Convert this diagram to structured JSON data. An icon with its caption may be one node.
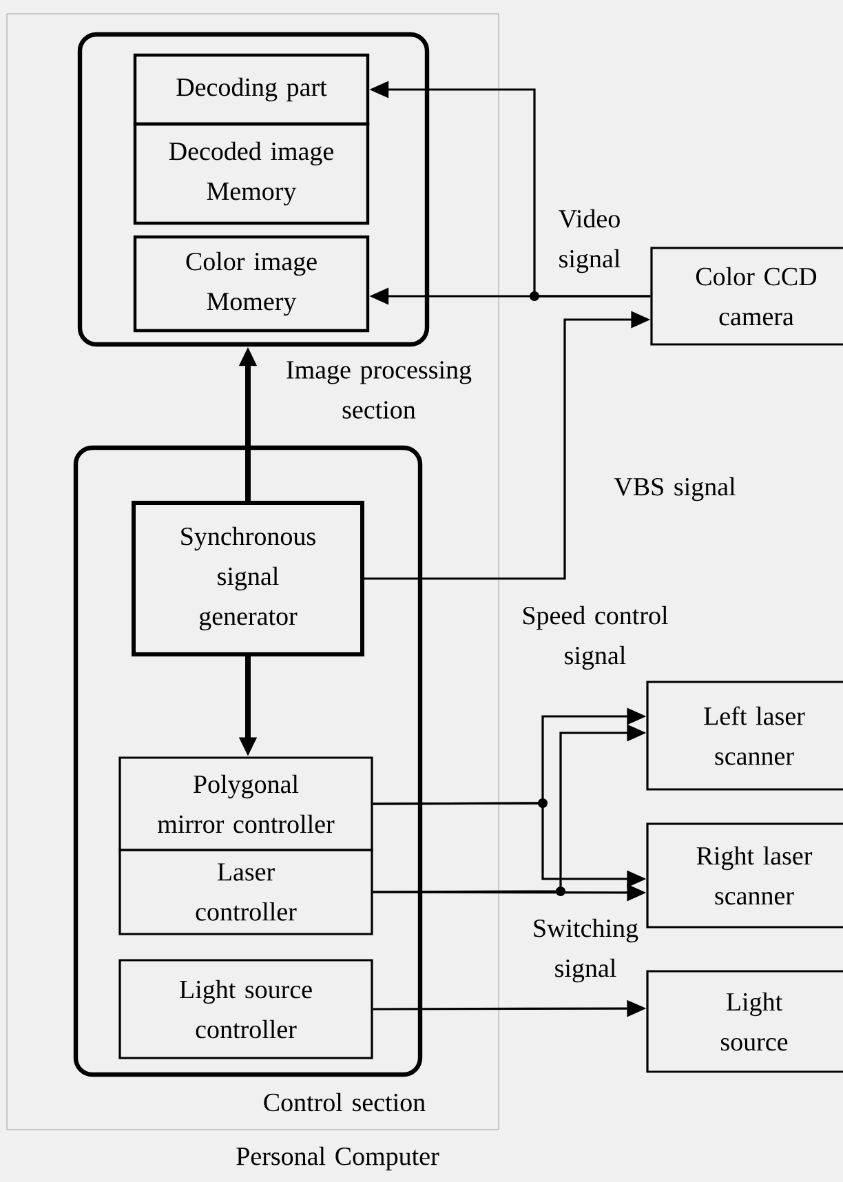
{
  "diagram": {
    "nodes": [
      {
        "text": [
          "Personal Computer"
        ]
      },
      {
        "text": [
          "Image processing section"
        ],
        "in": 0
      },
      {
        "text": [
          "Decoding part"
        ],
        "in": 1
      },
      {
        "text": [
          "Decoded image Memory"
        ],
        "in": 1
      },
      {
        "text": [
          "Color image Momery"
        ],
        "in": 1
      },
      {
        "text": [
          "Control section"
        ],
        "in": 0
      },
      {
        "text": [
          "Synchronous signal generator"
        ],
        "in": 5
      },
      {
        "text": [
          "Polygonal mirror controller"
        ],
        "in": 5
      },
      {
        "text": [
          "Laser controller"
        ],
        "in": 5
      },
      {
        "text": [
          "Light source controller"
        ],
        "in": 5
      },
      {
        "text": [
          "Color CCD camera"
        ]
      },
      {
        "text": [
          "Left laser scanner"
        ]
      },
      {
        "text": [
          "Right laser scanner"
        ]
      },
      {
        "text": [
          "Light source"
        ]
      }
    ],
    "edges": [
      {
        "from": 10,
        "to": 2,
        "arrow": "to",
        "label": "Video signal"
      },
      {
        "from": 10,
        "to": 4,
        "arrow": "to"
      },
      {
        "from": 6,
        "to": 1,
        "arrow": "to",
        "style": "thick"
      },
      {
        "from": 6,
        "to": 7,
        "arrow": "to",
        "style": "thick"
      },
      {
        "from": 6,
        "to": 10,
        "arrow": "to",
        "label": "VBS signal"
      },
      {
        "from": 7,
        "to": 11,
        "arrow": "to",
        "label": "Speed control signal"
      },
      {
        "from": 7,
        "to": 12,
        "arrow": "to"
      },
      {
        "from": 8,
        "to": 11,
        "arrow": "to"
      },
      {
        "from": 8,
        "to": 12,
        "arrow": "to",
        "label": "Switching signal"
      },
      {
        "from": 9,
        "to": 13,
        "arrow": "to"
      }
    ]
  }
}
